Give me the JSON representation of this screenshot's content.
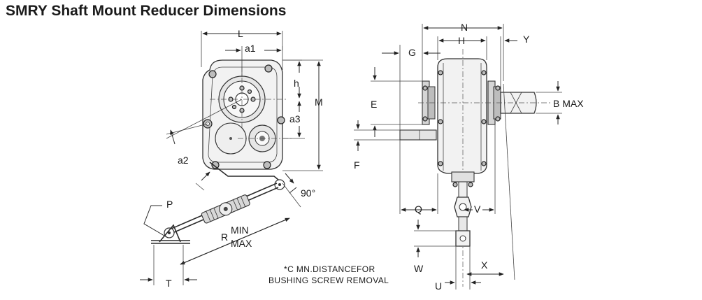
{
  "title": "SMRY Shaft Mount Reducer Dimensions",
  "labels": {
    "L": "L",
    "a1": "a1",
    "h": "h",
    "M": "M",
    "a3": "a3",
    "a2": "a2",
    "deg90": "90°",
    "P": "P",
    "R": "R",
    "MIN": "MIN",
    "MAX": "MAX",
    "T": "T",
    "N": "N",
    "H": "H",
    "G": "G",
    "Y": "Y",
    "E": "E",
    "BMAX": "B MAX",
    "F": "F",
    "Q": "Q",
    "V": "V",
    "W": "W",
    "X": "X",
    "U": "U"
  },
  "note": {
    "line1": "*C  MN.DISTANCEFOR",
    "line2": "BUSHING SCREW REMOVAL"
  }
}
